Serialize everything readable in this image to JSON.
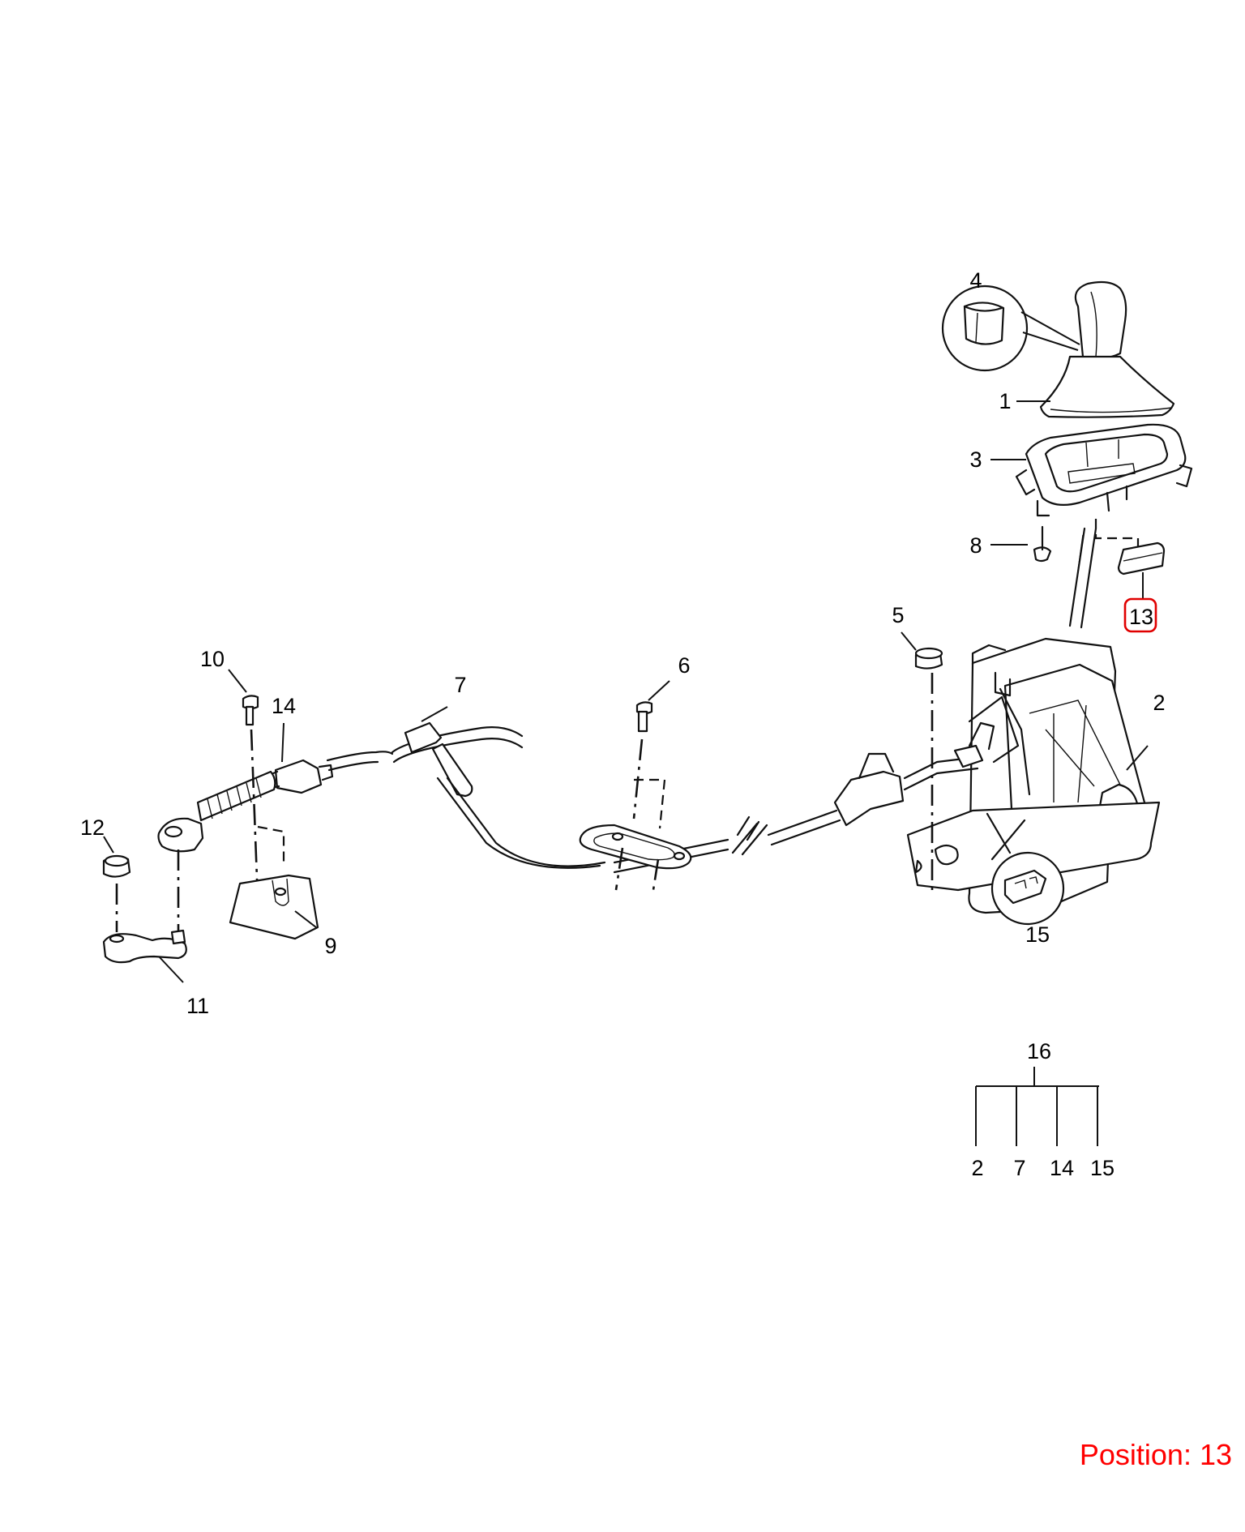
{
  "callouts": {
    "c1": "1",
    "c2": "2",
    "c3": "3",
    "c4": "4",
    "c5": "5",
    "c6": "6",
    "c7": "7",
    "c8": "8",
    "c9": "9",
    "c10": "10",
    "c11": "11",
    "c12": "12",
    "c13": "13",
    "c14": "14",
    "c15": "15",
    "c16": "16"
  },
  "kit_tree": {
    "parent": "16",
    "children": [
      "2",
      "7",
      "14",
      "15"
    ]
  },
  "highlighted_part": "13",
  "position_caption": "Position: 13",
  "colors": {
    "highlight": "#e00000",
    "caption": "#ff0000",
    "line": "#111111"
  }
}
